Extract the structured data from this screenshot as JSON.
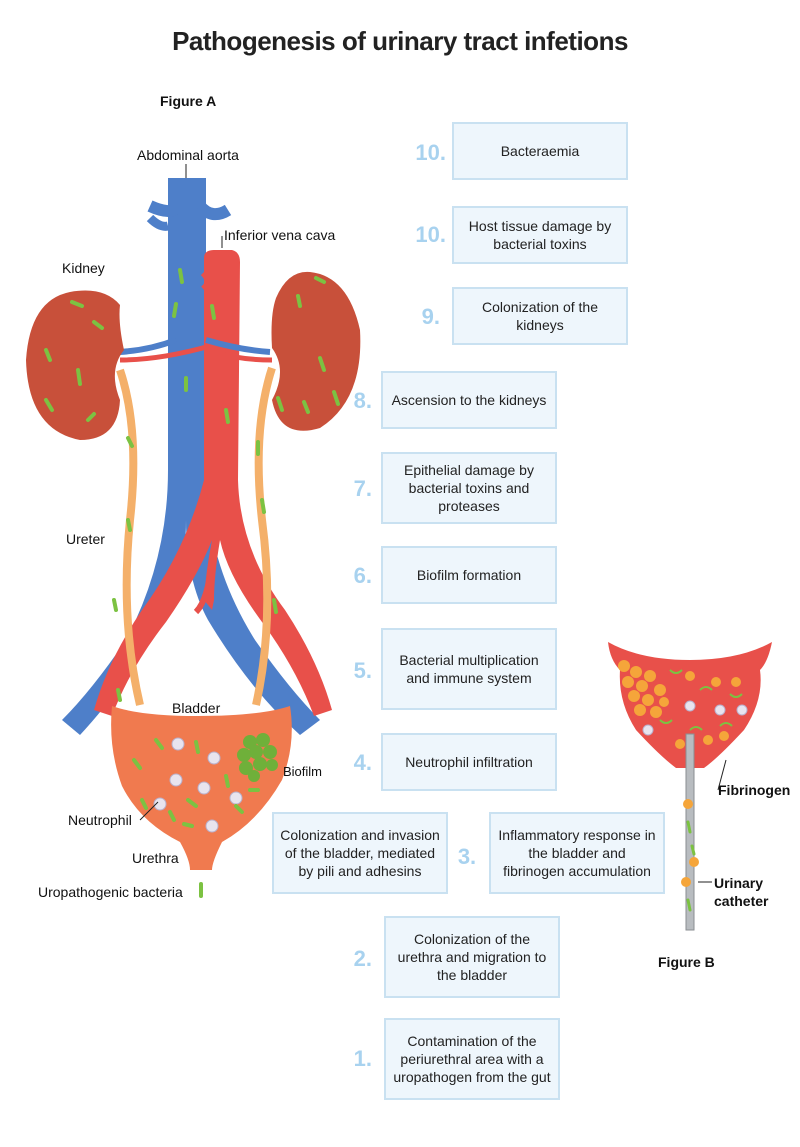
{
  "title": "Pathogenesis of urinary tract infetions",
  "figure_a": {
    "caption": "Figure A",
    "labels": {
      "aorta": "Abdominal aorta",
      "vena_cava": "Inferior vena cava",
      "kidney": "Kidney",
      "ureter": "Ureter",
      "bladder": "Bladder",
      "biofilm": "Biofilm",
      "neutrophil": "Neutrophil",
      "urethra": "Urethra",
      "bacteria": "Uropathogenic bacteria"
    }
  },
  "figure_b": {
    "caption": "Figure B",
    "labels": {
      "fibrinogen": "Fibrinogen",
      "catheter": "Urinary\ncatheter"
    }
  },
  "steps": [
    {
      "num": "10.",
      "text": "Bacteraemia"
    },
    {
      "num": "10.",
      "text": "Host tissue damage by bacterial toxins"
    },
    {
      "num": "9.",
      "text": "Colonization of the kidneys"
    },
    {
      "num": "8.",
      "text": "Ascension to the kidneys"
    },
    {
      "num": "7.",
      "text": "Epithelial damage by bacterial toxins and proteases"
    },
    {
      "num": "6.",
      "text": "Biofilm formation"
    },
    {
      "num": "5.",
      "text": "Bacterial multiplication and immune system"
    },
    {
      "num": "4.",
      "text": "Neutrophil infiltration"
    },
    {
      "num": "3.",
      "text": "Colonization and invasion of the bladder, mediated by pili and adhesins"
    },
    {
      "num": "3.",
      "text": "Inflammatory response in the bladder and fibrinogen accumulation"
    },
    {
      "num": "2.",
      "text": "Colonization of the urethra and migration to the bladder"
    },
    {
      "num": "1.",
      "text": "Contamination of the periurethral area with a uropathogen from the gut"
    }
  ],
  "colors": {
    "aorta": "#e8504a",
    "vein": "#4e7fc9",
    "kidney": "#c8503a",
    "ureter": "#f4b06a",
    "bladder": "#f07a4f",
    "bacteria": "#7cc242",
    "box_fill": "#eef6fc",
    "box_border": "#c9e1f1",
    "step_number": "#a8d2ef"
  }
}
